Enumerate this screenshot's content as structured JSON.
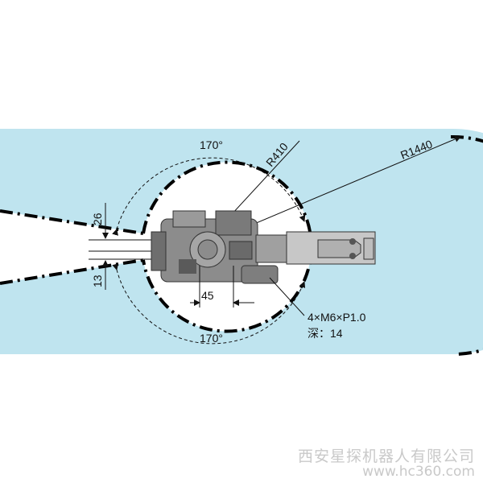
{
  "colors": {
    "workspace": "#bfe4ef",
    "dark_boundary": "#000000",
    "robot_body": "#8c8c8c",
    "robot_dark": "#5a5a5a",
    "robot_light": "#c7c7c7"
  },
  "dimensions": {
    "angle_top": "170°",
    "angle_bottom": "170°",
    "inner_radius": "R410",
    "outer_radius": "R1440",
    "offset_upper": "26",
    "offset_lower": "13",
    "width_45": "45"
  },
  "annotation": {
    "thread": "4×M6×P1.0",
    "depth": "深：14"
  },
  "watermark": {
    "company": "西安星探机器人有限公司",
    "site": "www.hc360.com"
  }
}
